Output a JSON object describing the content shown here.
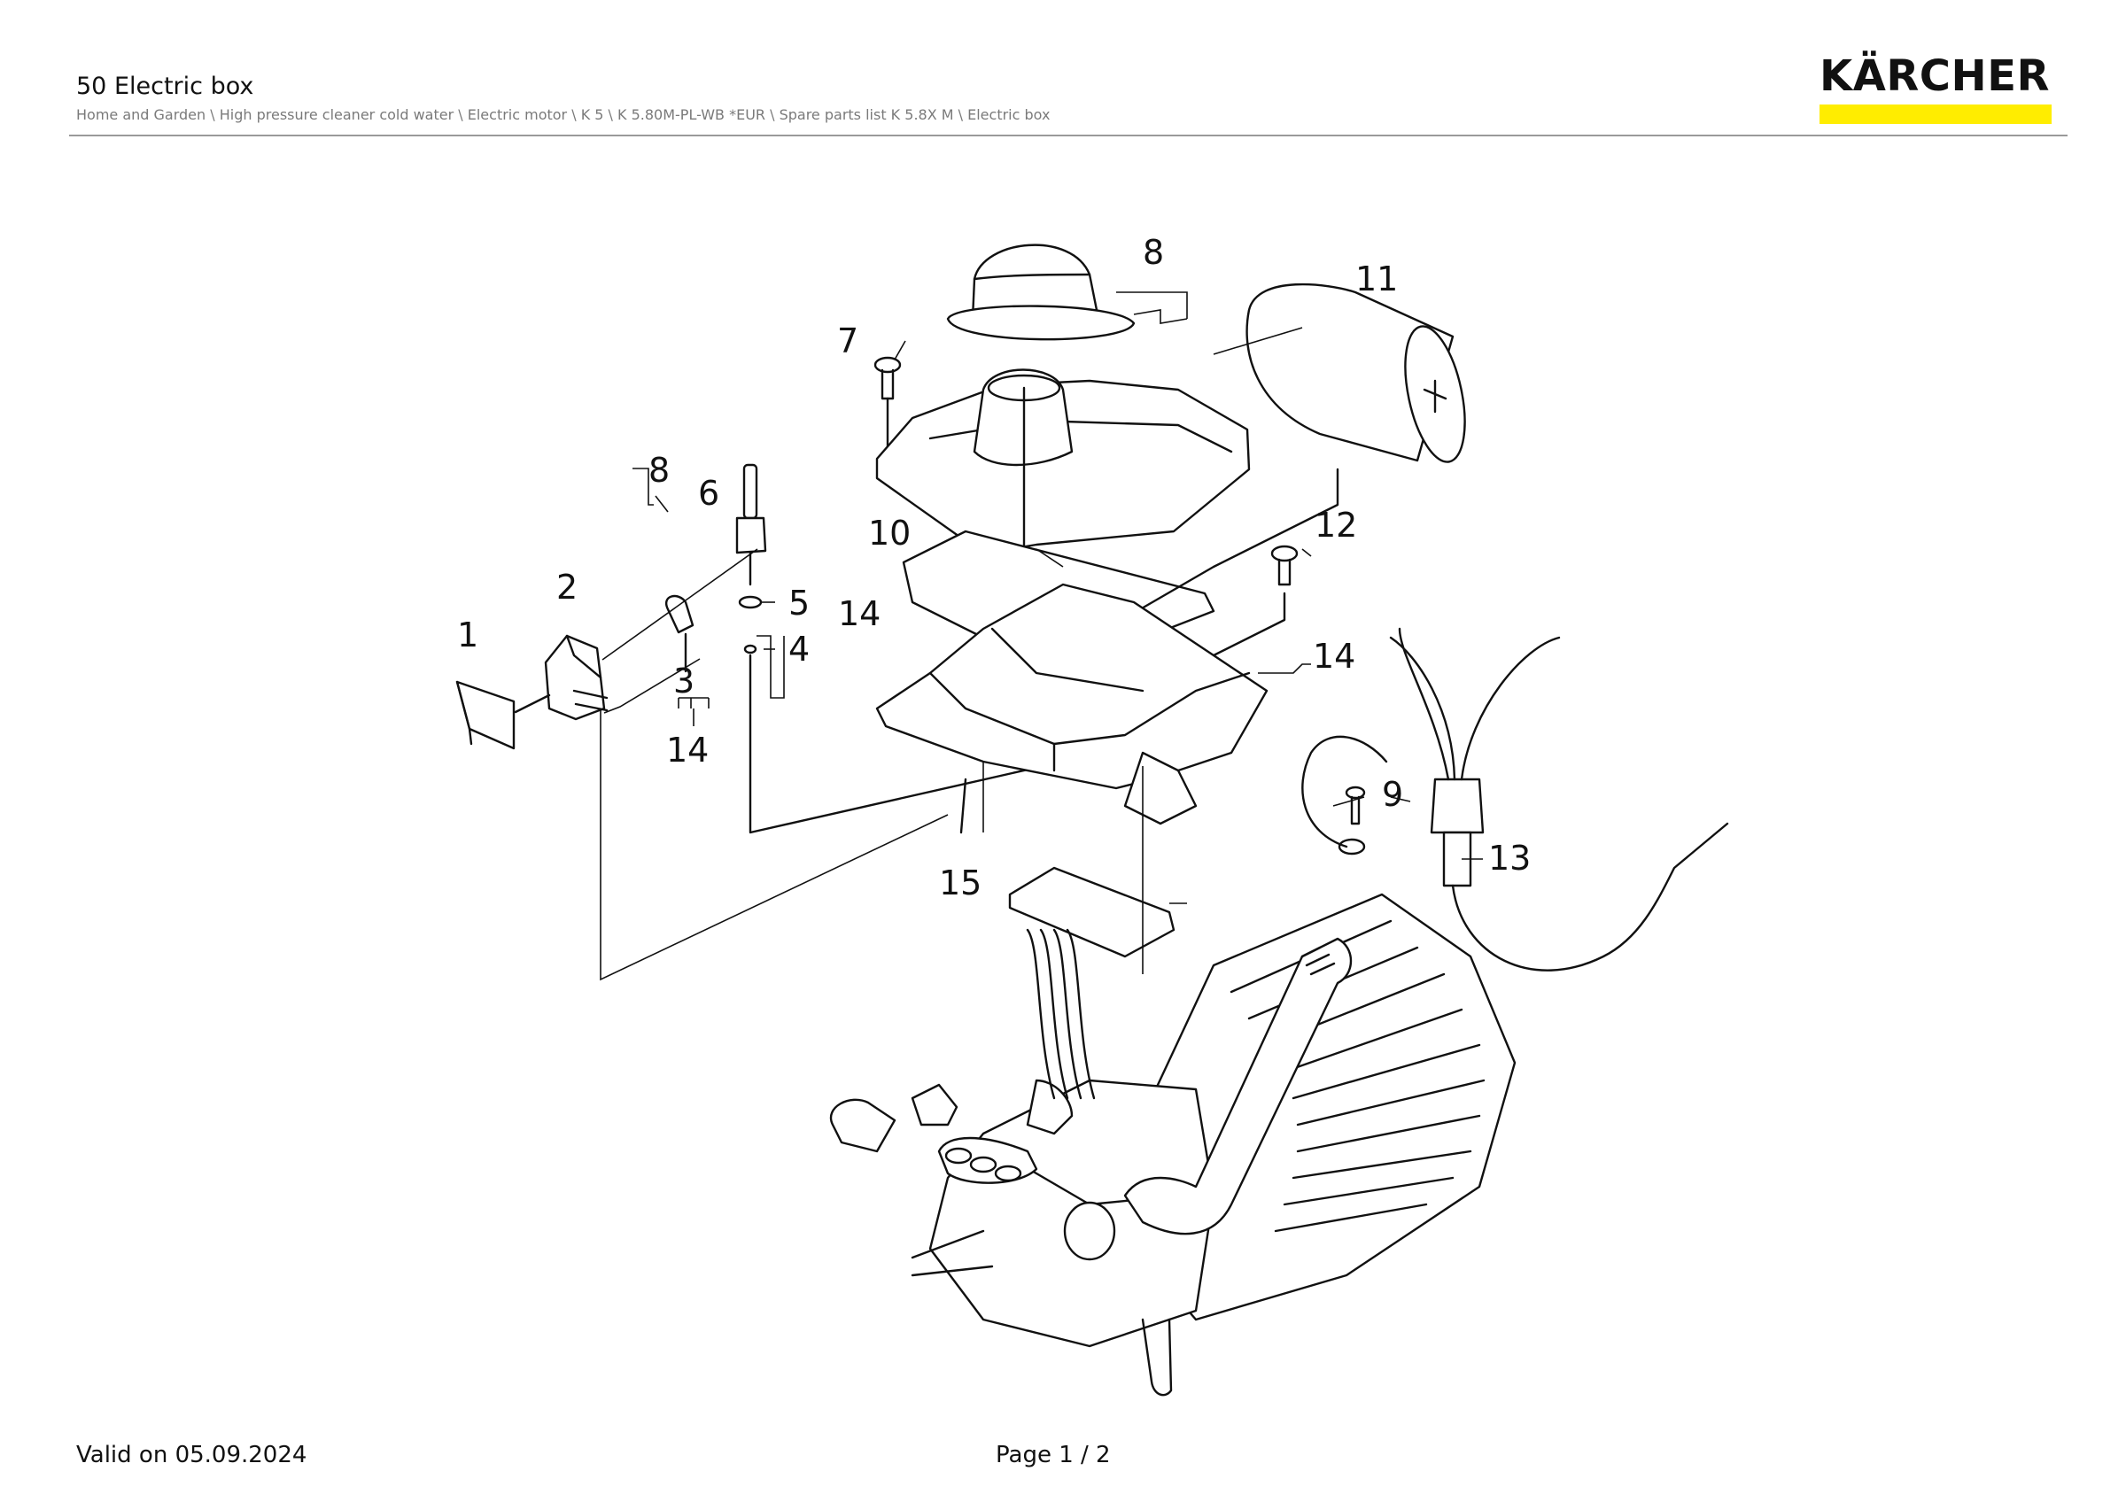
{
  "header": {
    "title": "50 Electric box",
    "breadcrumb": "Home and Garden \\ High pressure cleaner cold water \\ Electric motor \\ K 5 \\ K 5.80M-PL-WB *EUR \\ Spare parts list K 5.8X M \\ Electric box",
    "brand": "KÄRCHER",
    "brand_color": "#ffed00"
  },
  "drawing": {
    "position_labels": [
      "1",
      "2",
      "3",
      "4",
      "5",
      "6",
      "7",
      "8",
      "8",
      "9",
      "10",
      "11",
      "12",
      "13",
      "14",
      "14",
      "14",
      "14",
      "15"
    ]
  },
  "footer": {
    "valid_on": "Valid on 05.09.2024",
    "page": "Page 1 / 2"
  }
}
